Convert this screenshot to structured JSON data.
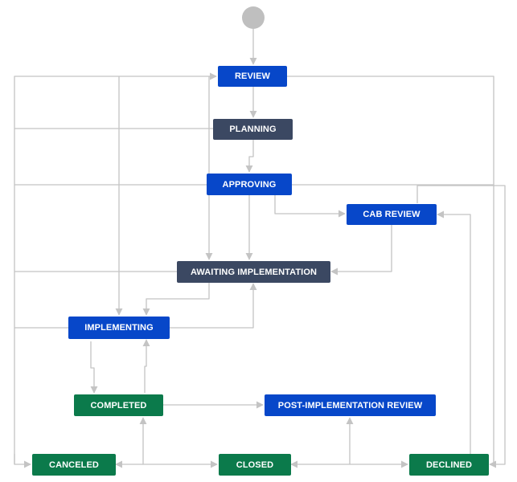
{
  "colors": {
    "blue": "#0747c9",
    "navy": "#3b4862",
    "green": "#0b7a4b",
    "line": "#c4c4c4",
    "start": "#bfbfbf"
  },
  "nodes": {
    "review": {
      "label": "REVIEW",
      "status": "blue"
    },
    "planning": {
      "label": "PLANNING",
      "status": "navy"
    },
    "approving": {
      "label": "APPROVING",
      "status": "blue"
    },
    "cab_review": {
      "label": "CAB REVIEW",
      "status": "blue"
    },
    "awaiting_implementation": {
      "label": "AWAITING IMPLEMENTATION",
      "status": "navy"
    },
    "implementing": {
      "label": "IMPLEMENTING",
      "status": "blue"
    },
    "completed": {
      "label": "COMPLETED",
      "status": "green"
    },
    "post_implementation_review": {
      "label": "POST-IMPLEMENTATION REVIEW",
      "status": "blue"
    },
    "canceled": {
      "label": "CANCELED",
      "status": "green"
    },
    "closed": {
      "label": "CLOSED",
      "status": "green"
    },
    "declined": {
      "label": "DECLINED",
      "status": "green"
    }
  }
}
